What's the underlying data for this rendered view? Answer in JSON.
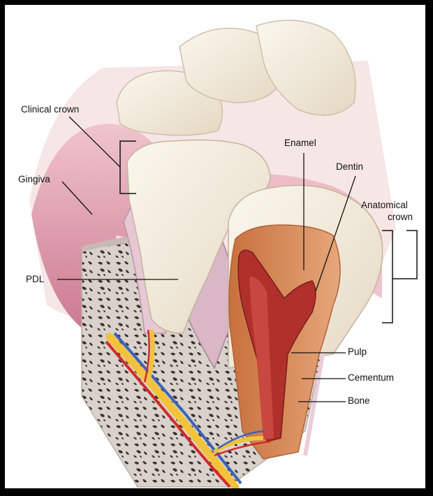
{
  "labels": {
    "clinical_crown": "Clinical crown",
    "gingiva": "Gingiva",
    "pdl": "PDL",
    "enamel": "Enamel",
    "dentin": "Dentin",
    "anatomical_crown_line1": "Anatomical",
    "anatomical_crown_line2": "crown",
    "pulp": "Pulp",
    "cementum": "Cementum",
    "bone": "Bone"
  },
  "colors": {
    "gingiva": "#d98aa0",
    "gingiva_light": "#f1c6cf",
    "enamel": "#f2ebdd",
    "dentin": "#d98a52",
    "pulp": "#b8322c",
    "bone": "#d7d0c9",
    "nerve": "#f2c23a",
    "artery": "#d12a2a",
    "vein": "#3b63b8"
  }
}
